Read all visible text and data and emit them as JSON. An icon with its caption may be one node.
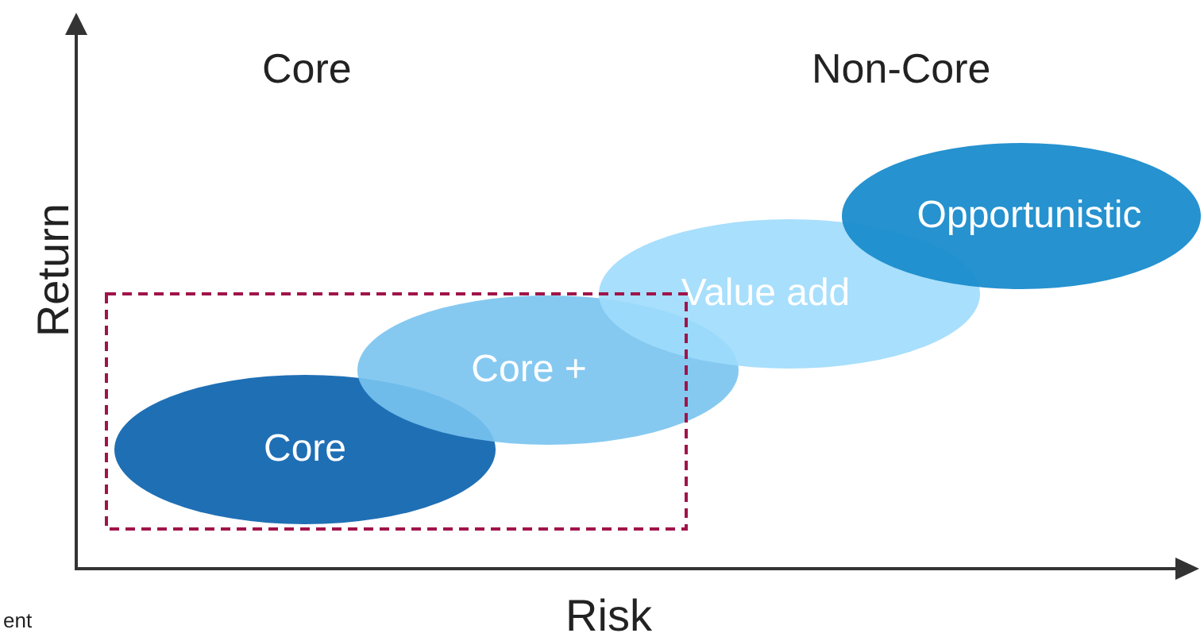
{
  "diagram": {
    "nodes": [
      {
        "text": [
          "Core"
        ]
      },
      {
        "text": [
          "Core +"
        ]
      },
      {
        "text": [
          "Value add"
        ]
      },
      {
        "text": [
          "Opportunistic"
        ]
      }
    ],
    "labels": [
      "Core",
      "Non-Core",
      "Return",
      "Risk",
      "ent"
    ]
  }
}
